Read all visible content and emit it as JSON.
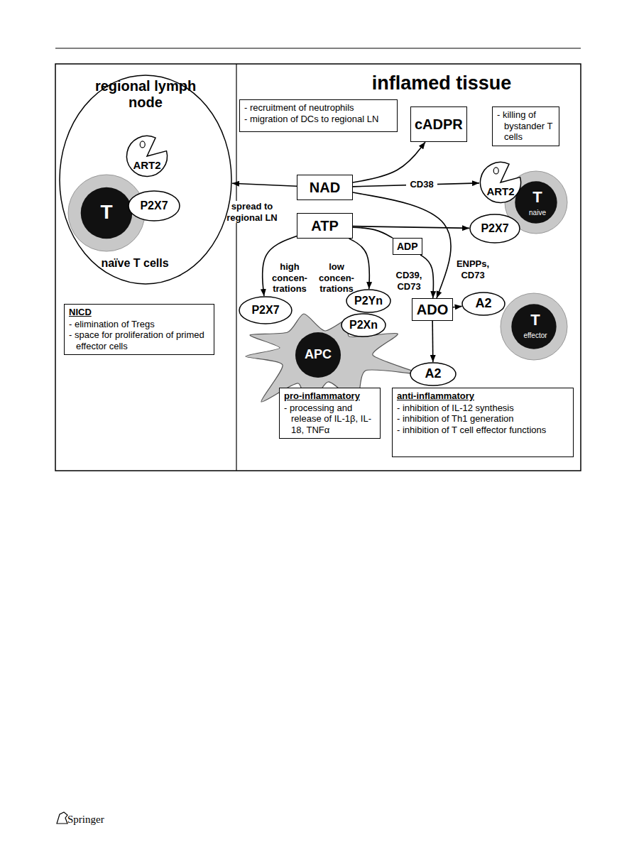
{
  "diagram": {
    "nodes": [
      {
        "text": [
          "regional lymph node",
          "naïve T cells"
        ]
      },
      {
        "text": [
          "T"
        ],
        "in": 0
      },
      {
        "text": [
          "ART2"
        ],
        "in": 0
      },
      {
        "text": [
          "P2X7"
        ],
        "in": 0
      },
      {
        "text": [
          "NICD",
          "- elimination of Tregs",
          "- space for proliferation of primed effector cells"
        ]
      },
      {
        "text": [
          "- recruitment of neutrophils",
          "- migration of DCs to regional LN"
        ]
      },
      {
        "text": [
          "cADPR"
        ]
      },
      {
        "text": [
          "- killing of bystander T cells"
        ]
      },
      {
        "text": [
          "NAD"
        ]
      },
      {
        "text": [
          "ATP"
        ]
      },
      {
        "text": [
          "T",
          "naive"
        ]
      },
      {
        "text": [
          "ART2"
        ]
      },
      {
        "text": [
          "P2X7"
        ]
      },
      {
        "text": [
          "ADP"
        ]
      },
      {
        "text": [
          "ADO"
        ]
      },
      {
        "text": [
          "A2"
        ]
      },
      {
        "text": [
          "T",
          "effector"
        ]
      },
      {
        "text": [
          "APC"
        ]
      },
      {
        "text": [
          "P2X7"
        ]
      },
      {
        "text": [
          "P2Yn"
        ]
      },
      {
        "text": [
          "P2Xn"
        ]
      },
      {
        "text": [
          "A2"
        ]
      },
      {
        "text": [
          "pro-inflammatory",
          "- processing and release of IL-1β, IL-18, TNFα"
        ]
      },
      {
        "text": [
          "anti-inflammatory",
          "- inhibition of IL-12 synthesis",
          "- inhibition of Th1 generation",
          "- inhibition of T cell effector functions"
        ]
      }
    ],
    "edges": [
      {
        "from": 8,
        "to": 0,
        "arrow": "to",
        "label": "spread to regional LN"
      },
      {
        "from": 8,
        "to": 6,
        "arrow": "to",
        "label": "CD38"
      },
      {
        "from": 8,
        "to": 11,
        "arrow": "to"
      },
      {
        "from": 9,
        "to": 12,
        "arrow": "to"
      },
      {
        "from": 9,
        "to": 18,
        "arrow": "to",
        "label": "high concen-trations"
      },
      {
        "from": 9,
        "to": 19,
        "arrow": "to",
        "label": "low concen-trations"
      },
      {
        "from": 9,
        "to": 13,
        "arrow": "none"
      },
      {
        "from": 13,
        "to": 14,
        "arrow": "to",
        "label": "CD39, CD73"
      },
      {
        "from": 8,
        "to": 14,
        "arrow": "to",
        "label": "ENPPs, CD73"
      },
      {
        "from": 14,
        "to": 15,
        "arrow": "to"
      },
      {
        "from": 14,
        "to": 21,
        "arrow": "to"
      }
    ],
    "labels": [
      "inflamed tissue",
      "Springer"
    ]
  }
}
